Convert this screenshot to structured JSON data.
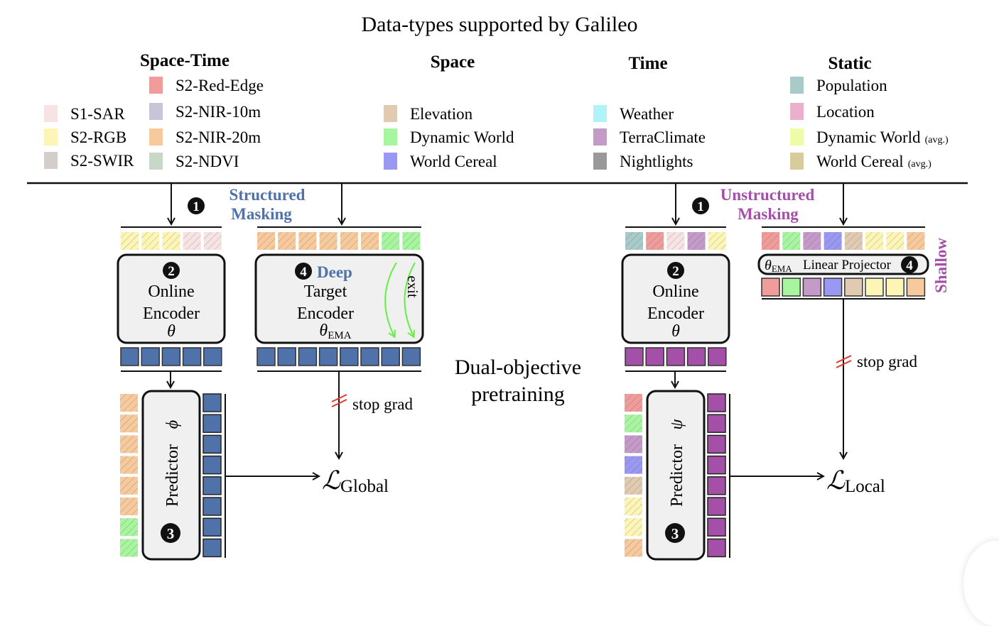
{
  "title": "Data-types supported by Galileo",
  "categories": [
    {
      "name": "Space-Time",
      "items": [
        {
          "label": "S1-SAR",
          "color": "#f8e3e4"
        },
        {
          "label": "S2-RGB",
          "color": "#fdf5b6"
        },
        {
          "label": "S2-SWIR",
          "color": "#d4cecb"
        },
        {
          "label": "S2-Red-Edge",
          "color": "#f09c9a"
        },
        {
          "label": "S2-NIR-10m",
          "color": "#c8c5d8"
        },
        {
          "label": "S2-NIR-20m",
          "color": "#f6ca9c"
        },
        {
          "label": "S2-NDVI",
          "color": "#c8d8c8"
        }
      ]
    },
    {
      "name": "Space",
      "items": [
        {
          "label": "Elevation",
          "color": "#e0cab2"
        },
        {
          "label": "Dynamic World",
          "color": "#a8f5a0"
        },
        {
          "label": "World Cereal",
          "color": "#9a98f2"
        }
      ]
    },
    {
      "name": "Time",
      "items": [
        {
          "label": "Weather",
          "color": "#b0f4fa"
        },
        {
          "label": "TerraClimate",
          "color": "#c49ac8"
        },
        {
          "label": "Nightlights",
          "color": "#999999"
        }
      ]
    },
    {
      "name": "Static",
      "items": [
        {
          "label": "Population",
          "color": "#a8cac9"
        },
        {
          "label": "Location",
          "color": "#ebb0cc"
        },
        {
          "label": "Dynamic World",
          "suffix": "(avg.)",
          "color": "#eefca8"
        },
        {
          "label": "World Cereal",
          "suffix": "(avg.)",
          "color": "#d8cc9c"
        }
      ]
    }
  ],
  "left_branch": {
    "masking_step": "1",
    "masking_label_line1": "Structured",
    "masking_label_line2": "Masking",
    "masking_color": "#4f72ab",
    "online_input_tokens": [
      "#fdf5b6",
      "#fdf5b6",
      "#fdf5b6",
      "#f8e3e4",
      "#f8e3e4"
    ],
    "target_input_tokens": [
      "#f6ca9c",
      "#f6ca9c",
      "#f6ca9c",
      "#f6ca9c",
      "#f6ca9c",
      "#f6ca9c",
      "#a8f5a0",
      "#a8f5a0"
    ],
    "online_encoder": {
      "step": "2",
      "line1": "Online",
      "line2": "Encoder",
      "param": "θ"
    },
    "target_encoder": {
      "step": "4",
      "tag": "Deep",
      "line1": "Target",
      "line2": "Encoder",
      "param": "θ",
      "param_sub": "EMA",
      "exit_label": "exit"
    },
    "output_color": "#4f72ab",
    "online_output_count": 5,
    "target_output_count": 8,
    "predictor": {
      "step": "3",
      "label": "Predictor",
      "param": "ϕ"
    },
    "predictor_input_tokens": [
      "#f6ca9c",
      "#f6ca9c",
      "#f6ca9c",
      "#f6ca9c",
      "#f6ca9c",
      "#f6ca9c",
      "#a8f5a0",
      "#a8f5a0"
    ],
    "predictor_output_count": 8,
    "stop_grad": "stop grad",
    "loss_symbol": "ℒ",
    "loss_sub": "Global"
  },
  "center_label_line1": "Dual-objective",
  "center_label_line2": "pretraining",
  "right_branch": {
    "masking_step": "1",
    "masking_label_line1": "Unstructured",
    "masking_label_line2": "Masking",
    "masking_color": "#a44fa8",
    "online_input_tokens": [
      "#a8cac9",
      "#f09c9a",
      "#f8e3e4",
      "#c49ac8",
      "#fdf5b6"
    ],
    "target_input_tokens": [
      "#f09c9a",
      "#a8f5a0",
      "#c49ac8",
      "#9a98f2",
      "#e0cab2",
      "#fdf5b6",
      "#fdf5b6",
      "#f6ca9c"
    ],
    "online_encoder": {
      "step": "2",
      "line1": "Online",
      "line2": "Encoder",
      "param": "θ"
    },
    "projector": {
      "step": "4",
      "param": "θ",
      "param_sub": "EMA",
      "label": "Linear Projector",
      "tag": "Shallow"
    },
    "projected_tokens": [
      "#f09c9a",
      "#a8f5a0",
      "#c49ac8",
      "#9a98f2",
      "#e0cab2",
      "#fdf5b6",
      "#fdf5b6",
      "#f6ca9c"
    ],
    "output_color": "#a44fa8",
    "online_output_count": 5,
    "predictor": {
      "step": "3",
      "label": "Predictor",
      "param": "ψ"
    },
    "predictor_input_tokens": [
      "#f09c9a",
      "#a8f5a0",
      "#c49ac8",
      "#9a98f2",
      "#e0cab2",
      "#fdf5b6",
      "#fdf5b6",
      "#f6ca9c"
    ],
    "predictor_output_count": 8,
    "stop_grad": "stop grad",
    "loss_symbol": "ℒ",
    "loss_sub": "Local"
  }
}
